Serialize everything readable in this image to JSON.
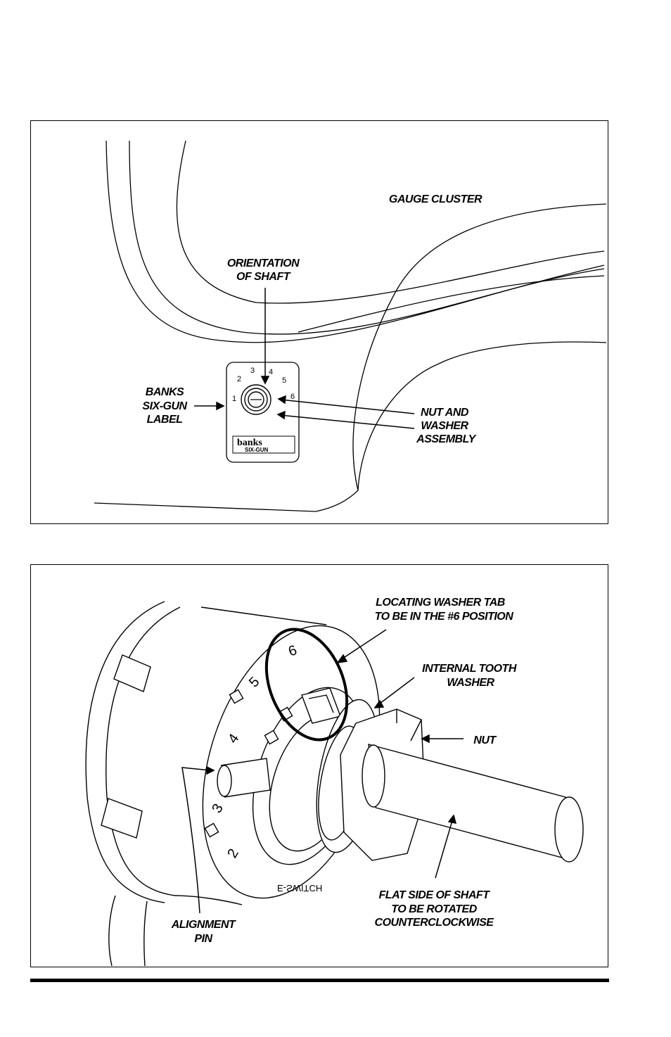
{
  "figure1": {
    "gauge_cluster": "GAUGE CLUSTER",
    "orientation_line1": "ORIENTATION",
    "orientation_line2": "OF SHAFT",
    "banks_line1": "BANKS",
    "banks_line2": "SIX-GUN",
    "banks_line3": "LABEL",
    "nut_line1": "NUT AND",
    "nut_line2": "WASHER",
    "nut_line3": "ASSEMBLY",
    "positions": [
      "1",
      "2",
      "3",
      "4",
      "5",
      "6"
    ],
    "logo_line1": "banks",
    "logo_line2": "SIX-GUN"
  },
  "figure2": {
    "locating_line1": "LOCATING WASHER TAB",
    "locating_line2": "TO BE IN THE #6 POSITION",
    "internal_line1": "INTERNAL TOOTH",
    "internal_line2": "WASHER",
    "nut": "NUT",
    "flat_line1": "FLAT SIDE OF SHAFT",
    "flat_line2": "TO BE ROTATED",
    "flat_line3": "COUNTERCLOCKWISE",
    "alignment_line1": "ALIGNMENT",
    "alignment_line2": "PIN",
    "dial_numbers": [
      "2",
      "3",
      "4",
      "5",
      "6"
    ],
    "dial_brand": "E-SWITCH"
  }
}
